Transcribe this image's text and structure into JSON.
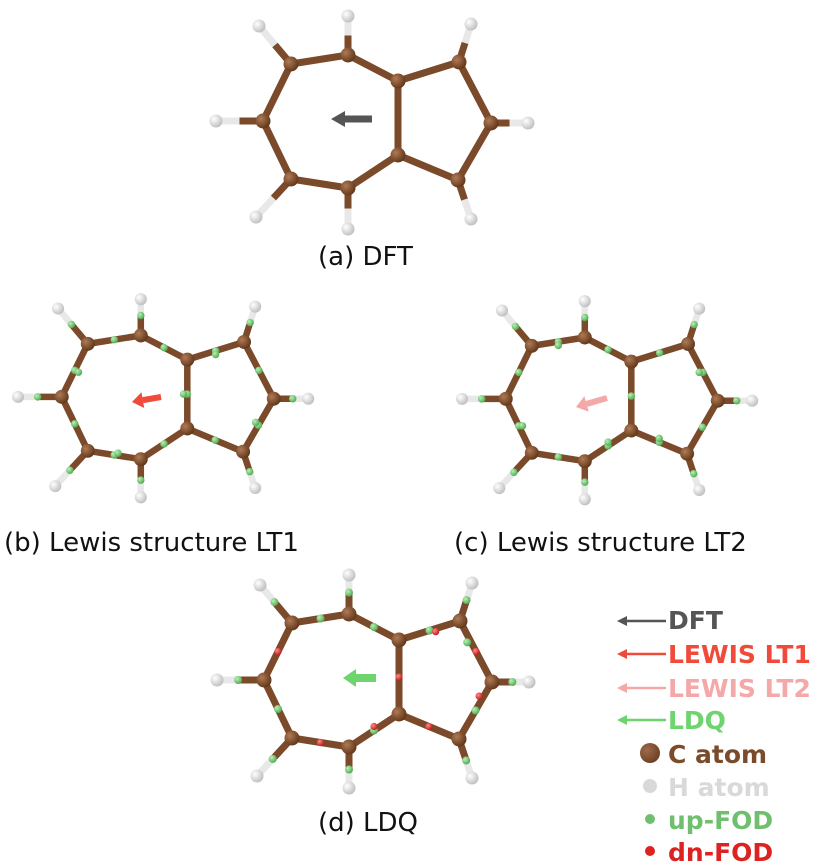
{
  "captions": {
    "a": "(a) DFT",
    "b": "(b) Lewis structure LT1",
    "c": "(c) Lewis structure LT2",
    "d": "(d) LDQ"
  },
  "legend": {
    "dft": "DFT",
    "lewis_lt1": "LEWIS LT1",
    "lewis_lt2": "LEWIS LT2",
    "ldq": "LDQ",
    "c_atom": "C atom",
    "h_atom": "H atom",
    "up_fod": "up-FOD",
    "dn_fod": "dn-FOD"
  },
  "colors": {
    "bond": "#7a4a2a",
    "carbon": "#7a4a2a",
    "hydrogen": "#eeeeee",
    "up_fod": "#6fbf6f",
    "dn_fod": "#dd2222",
    "dft": "#555555",
    "lewis_lt1": "#f04a3a",
    "lewis_lt2": "#f5a8a8",
    "ldq": "#6ed46e",
    "legend_c": "#7b4b2b",
    "legend_h": "#d9d9d9"
  }
}
